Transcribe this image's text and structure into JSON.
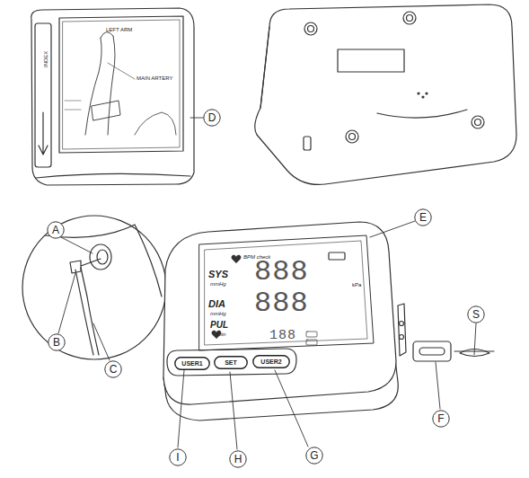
{
  "diagram": {
    "nodes": [
      {
        "text": [
          "D"
        ]
      },
      {
        "text": [
          "E"
        ]
      },
      {
        "text": [
          "A"
        ]
      },
      {
        "text": [
          "B"
        ]
      },
      {
        "text": [
          "C"
        ]
      },
      {
        "text": [
          "S"
        ]
      },
      {
        "text": [
          "F"
        ]
      },
      {
        "text": [
          "I"
        ]
      },
      {
        "text": [
          "H"
        ]
      },
      {
        "text": [
          "G"
        ]
      },
      {
        "text": [
          "USER1"
        ]
      },
      {
        "text": [
          "SET"
        ]
      },
      {
        "text": [
          "USER2"
        ]
      }
    ],
    "labels": [
      "LEFT ARM",
      "MAIN ARTERY",
      "INDEX",
      "BPM check",
      "SYS",
      "mmHg",
      "DIA",
      "mmHg",
      "PUL",
      "/min",
      "888",
      "888",
      "188",
      "kPa"
    ]
  }
}
